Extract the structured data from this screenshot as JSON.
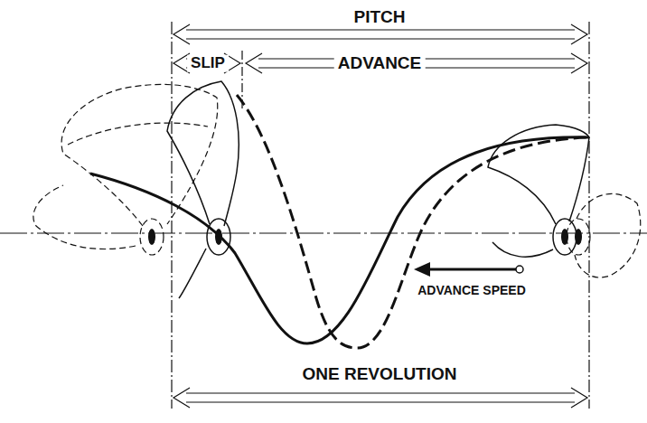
{
  "diagram": {
    "labels": [
      "PITCH",
      "SLIP",
      "ADVANCE",
      "ADVANCE SPEED",
      "ONE REVOLUTION"
    ]
  }
}
